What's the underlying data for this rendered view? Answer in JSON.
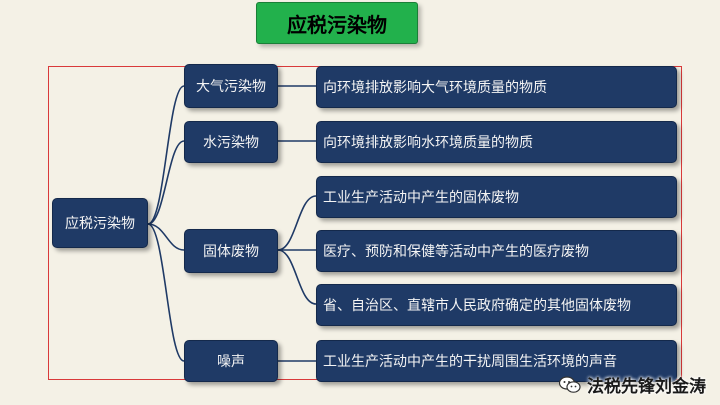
{
  "title": "应税污染物",
  "root": {
    "label": "应税污染物"
  },
  "categories": [
    {
      "label": "大气污染物",
      "items": [
        "向环境排放影响大气环境质量的物质"
      ]
    },
    {
      "label": "水污染物",
      "items": [
        "向环境排放影响水环境质量的物质"
      ]
    },
    {
      "label": "固体废物",
      "items": [
        "工业生产活动中产生的固体废物",
        "医疗、预防和保健等活动中产生的医疗废物",
        "省、自治区、直辖市人民政府确定的其他固体废物"
      ]
    },
    {
      "label": "噪声",
      "items": [
        "工业生产活动中产生的干扰周围生活环境的声音"
      ]
    }
  ],
  "watermark": {
    "text": "法税先锋刘金涛",
    "icon": "wechat-icon"
  },
  "colors": {
    "node": "#1f3a66",
    "title": "#22b14c",
    "frame": "#d93a3a",
    "line": "#1f3a66"
  }
}
